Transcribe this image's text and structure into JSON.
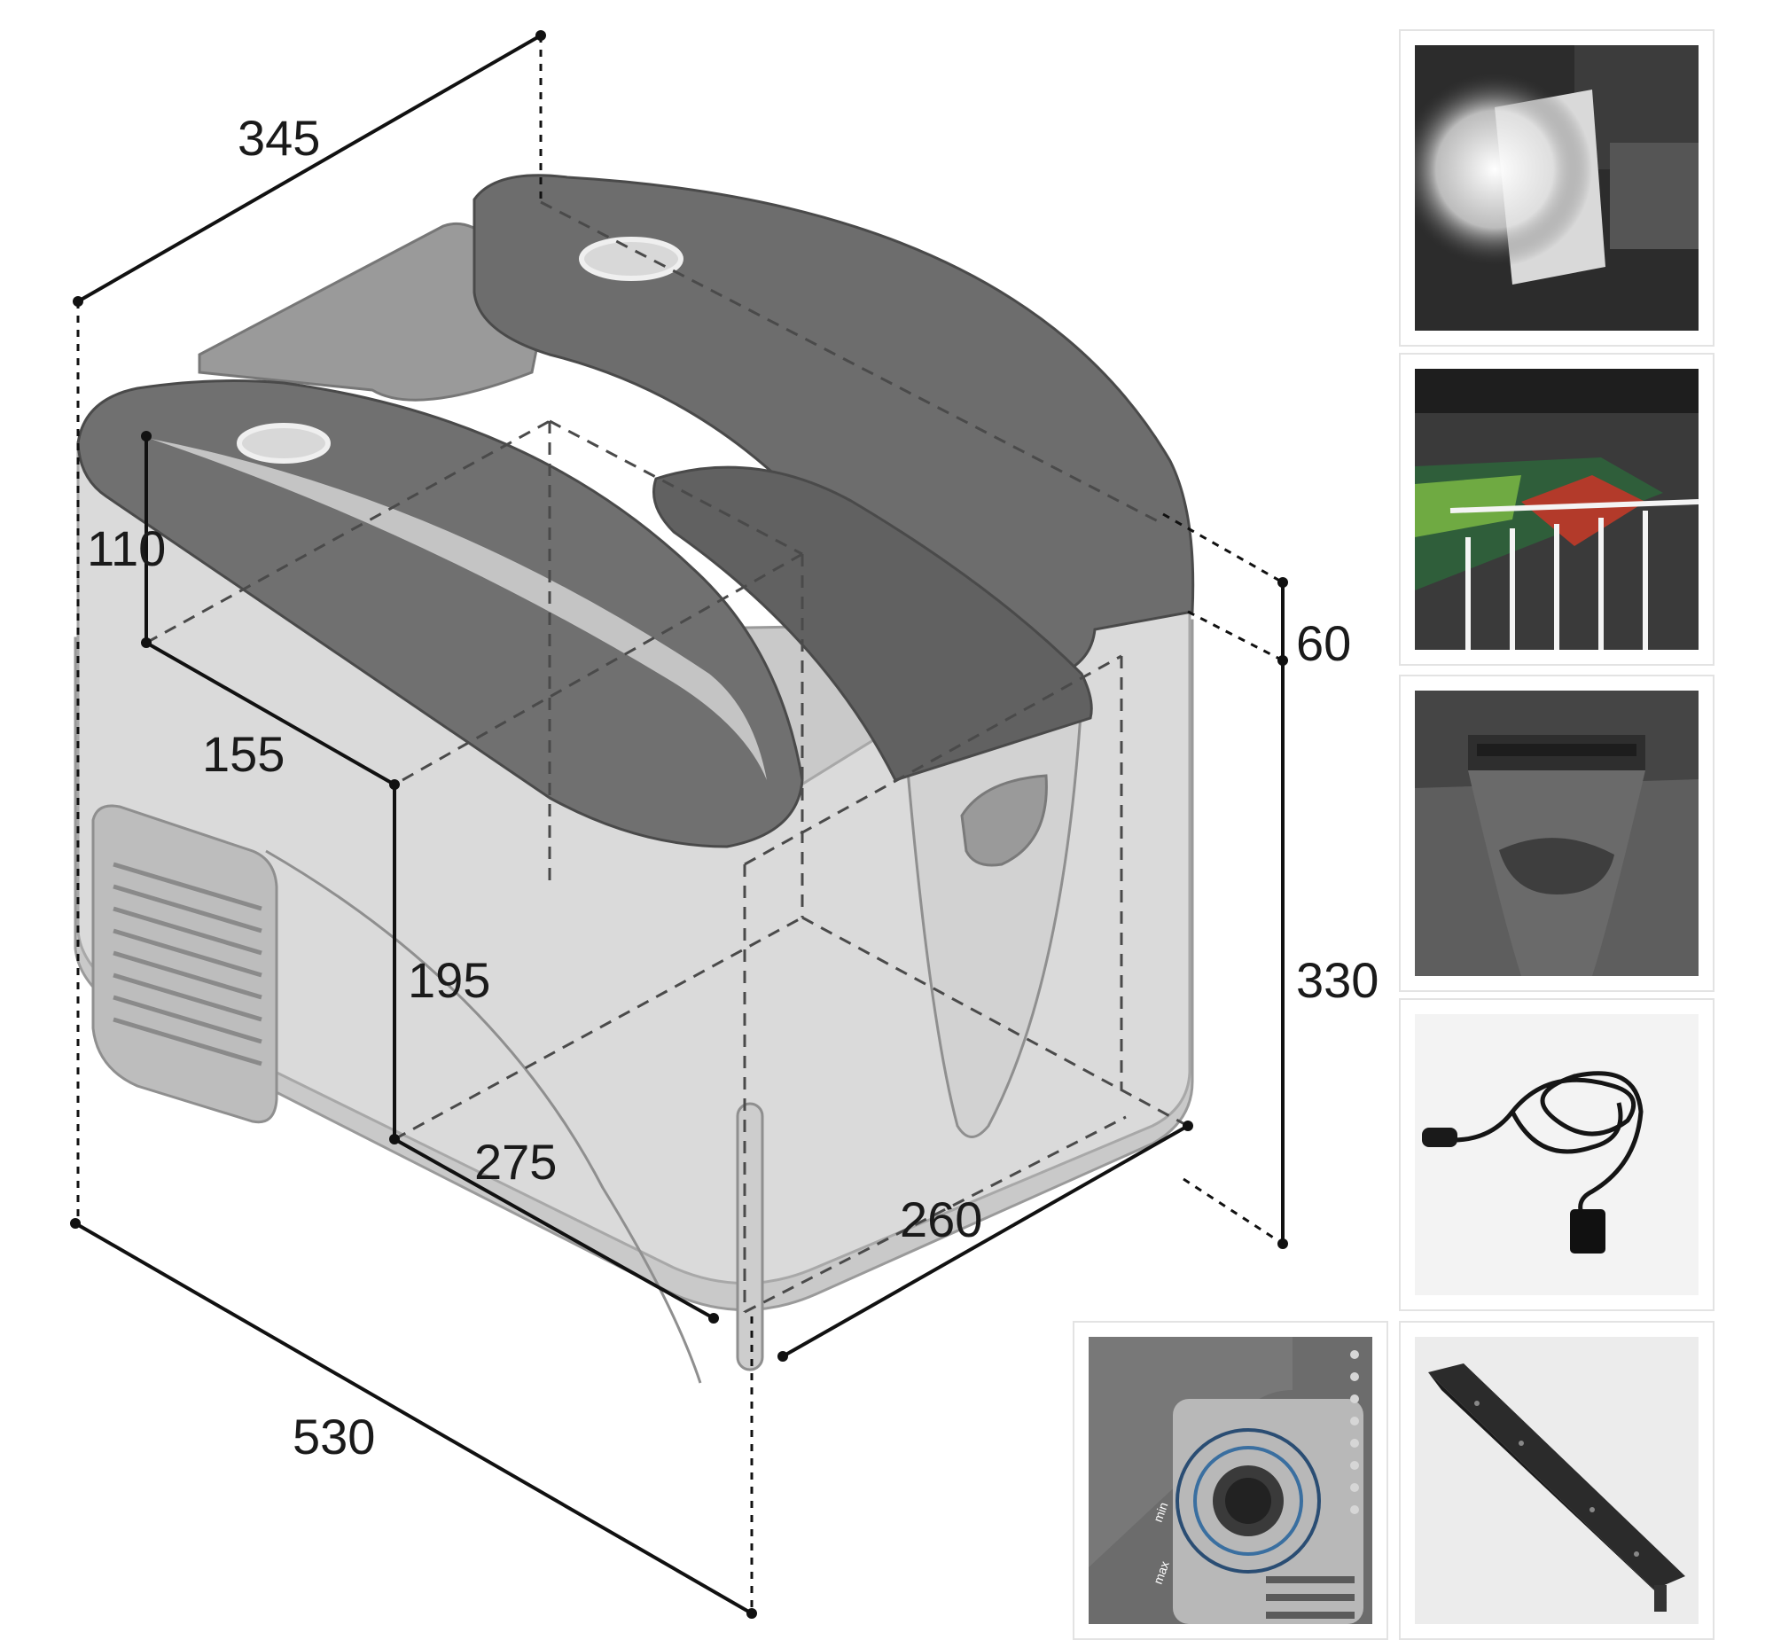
{
  "dimensions": {
    "top_width": "345",
    "front_width": "530",
    "lid_height": "60",
    "total_height": "330",
    "inner_upper_height": "110",
    "inner_depth_upper": "155",
    "inner_lower_height": "195",
    "inner_depth_lower": "275",
    "inner_width": "260"
  },
  "thumbnails": [
    {
      "name": "interior-light-photo",
      "icon": "lamp-icon"
    },
    {
      "name": "wire-basket-photo",
      "icon": "basket-icon"
    },
    {
      "name": "lid-hinge-handle-photo",
      "icon": "hinge-icon"
    },
    {
      "name": "dc-power-cable-photo",
      "icon": "cable-icon"
    },
    {
      "name": "thermostat-knob-photo",
      "icon": "dial-icon",
      "labels": [
        "min",
        "max"
      ]
    },
    {
      "name": "mounting-bracket-photo",
      "icon": "bracket-icon"
    }
  ],
  "colors": {
    "lid": "#6b6b6b",
    "body": "#d8d8d8",
    "line": "#1a1a1a"
  }
}
